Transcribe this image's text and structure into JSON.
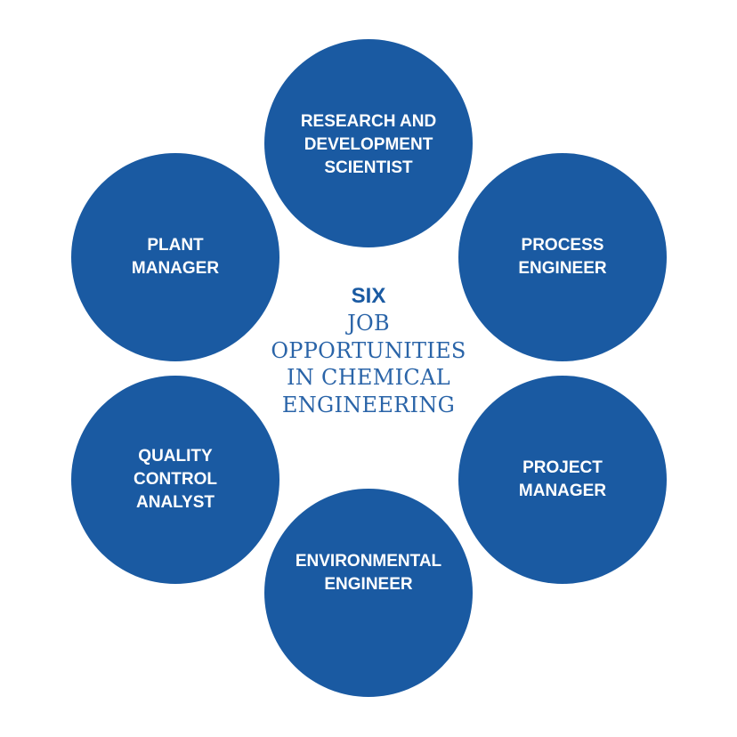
{
  "colors": {
    "circle_fill": "#1a5aa2",
    "circle_text": "#ffffff",
    "center_title": "#1a5aa2",
    "center_subtitle": "#2a64a8"
  },
  "center": {
    "title": "SIX",
    "subtitle": "JOB\nOPPORTUNITIES\nIN CHEMICAL\nENGINEERING"
  },
  "jobs": [
    {
      "label": "RESEARCH AND\nDEVELOPMENT\nSCIENTIST"
    },
    {
      "label": "PROCESS\nENGINEER"
    },
    {
      "label": "PROJECT\nMANAGER"
    },
    {
      "label": "ENVIRONMENTAL\nENGINEER"
    },
    {
      "label": "QUALITY\nCONTROL\nANALYST"
    },
    {
      "label": "PLANT\nMANAGER"
    }
  ]
}
